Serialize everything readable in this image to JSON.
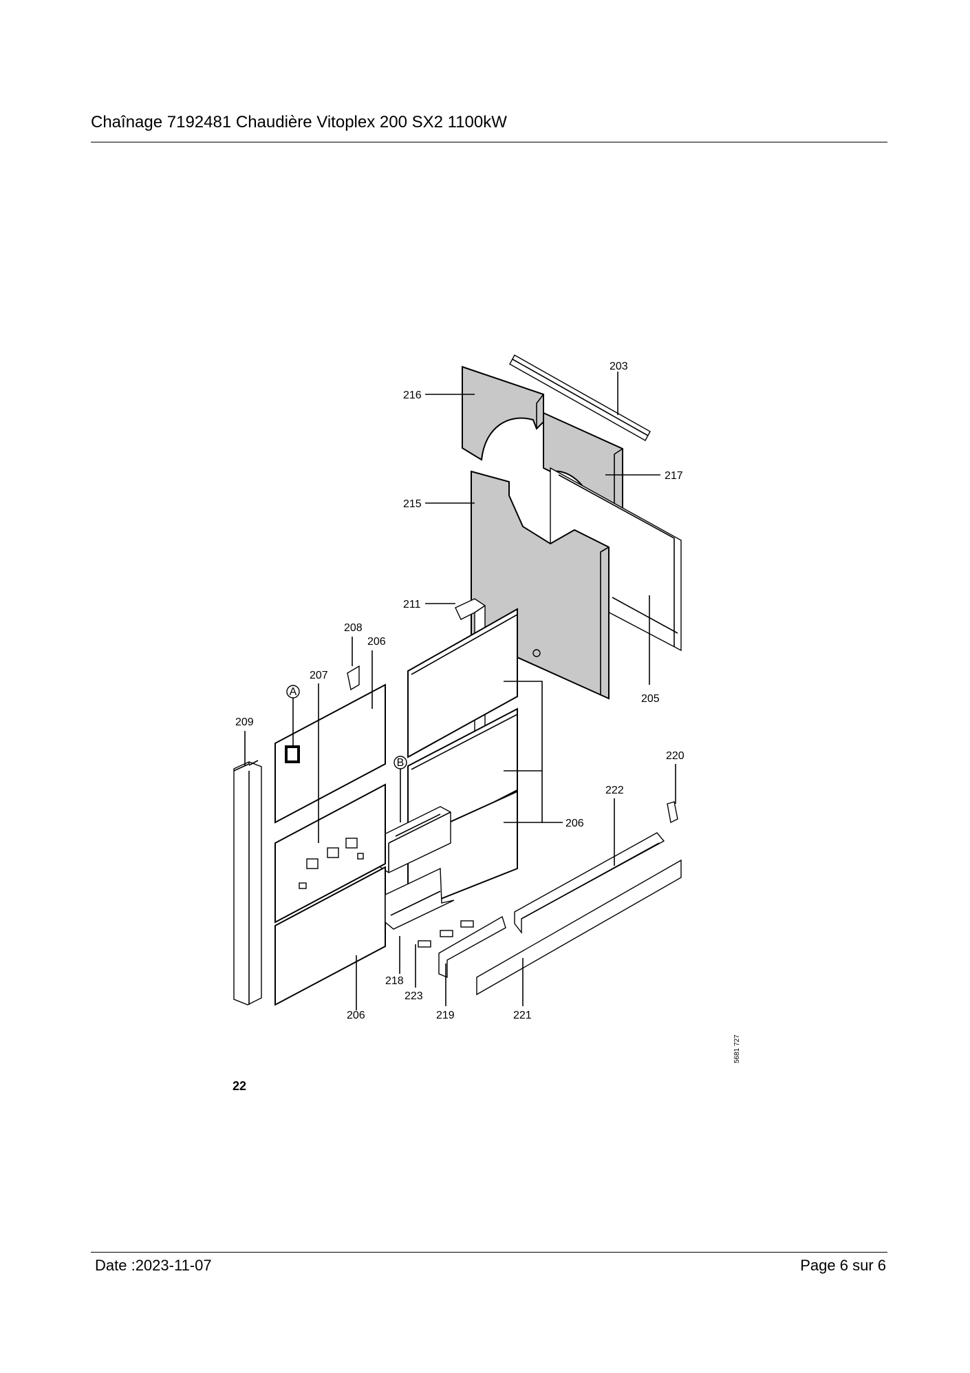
{
  "header": {
    "title": "Chaînage 7192481 Chaudière Vitoplex 200 SX2 1100kW"
  },
  "diagram": {
    "figure_number": "22",
    "reference": "5681 727",
    "markers": {
      "a": "A",
      "b": "B"
    },
    "labels": {
      "l203": "203",
      "l216": "216",
      "l217": "217",
      "l215": "215",
      "l211": "211",
      "l208": "208",
      "l206_top": "206",
      "l207": "207",
      "l209": "209",
      "l205": "205",
      "l220": "220",
      "l222": "222",
      "l206_right": "206",
      "l218": "218",
      "l223": "223",
      "l206_bottom": "206",
      "l219": "219",
      "l221": "221"
    }
  },
  "footer": {
    "date": "Date :2023-11-07",
    "page": "Page 6 sur  6"
  }
}
